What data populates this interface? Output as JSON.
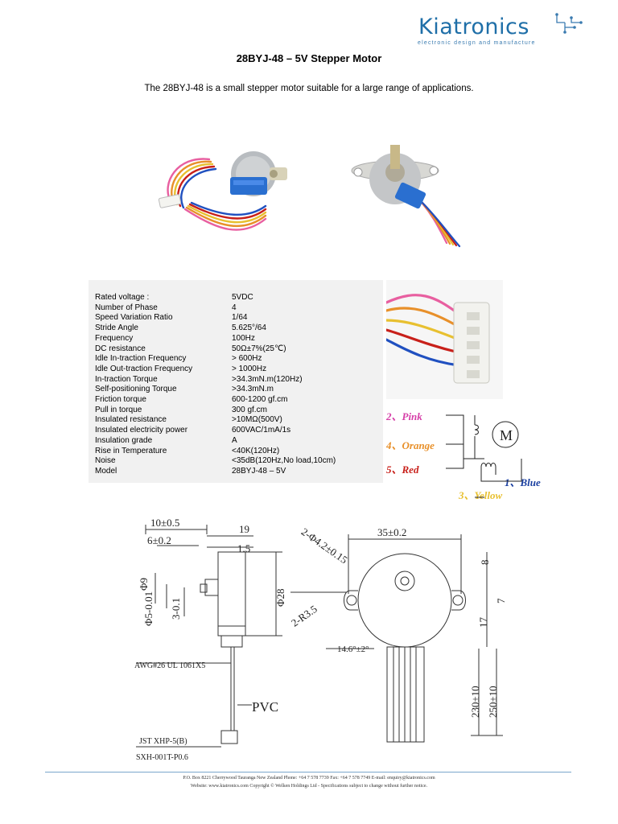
{
  "logo": {
    "name": "Kiatronics",
    "tagline": "electronic design and manufacture"
  },
  "title": "28BYJ-48 – 5V Stepper Motor",
  "intro": "The 28BYJ-48 is a small stepper motor suitable for a large range of applications.",
  "specs": [
    {
      "label": "Rated voltage :",
      "value": "5VDC"
    },
    {
      "label": "Number of Phase",
      "value": "4"
    },
    {
      "label": "Speed Variation Ratio",
      "value": "1/64"
    },
    {
      "label": "Stride Angle",
      "value": "5.625°/64"
    },
    {
      "label": "Frequency",
      "value": "100Hz"
    },
    {
      "label": "DC resistance",
      "value": "50Ω±7%(25℃)"
    },
    {
      "label": "Idle In-traction Frequency",
      "value": "> 600Hz"
    },
    {
      "label": "Idle Out-traction Frequency",
      "value": "> 1000Hz"
    },
    {
      "label": "In-traction Torque",
      "value": ">34.3mN.m(120Hz)"
    },
    {
      "label": "Self-positioning Torque",
      "value": ">34.3mN.m"
    },
    {
      "label": "Friction torque",
      "value": "600-1200 gf.cm"
    },
    {
      "label": "Pull in torque",
      "value": "300 gf.cm"
    },
    {
      "label": "Insulated resistance",
      "value": ">10MΩ(500V)"
    },
    {
      "label": "Insulated electricity power",
      "value": "600VAC/1mA/1s"
    },
    {
      "label": "Insulation grade",
      "value": "A"
    },
    {
      "label": "Rise in Temperature",
      "value": "<40K(120Hz)"
    },
    {
      "label": "Noise",
      "value": "<35dB(120Hz,No load,10cm)"
    },
    {
      "label": "Model",
      "value": "28BYJ-48 – 5V"
    }
  ],
  "wiring": {
    "pink": "2、Pink",
    "orange": "4、Orange",
    "red": "5、Red",
    "blue": "1、Blue",
    "yellow": "3、Yellow",
    "motor": "M",
    "colors": {
      "pink": "#d63fa8",
      "orange": "#e8902a",
      "red": "#c8201a",
      "blue": "#1a3fa0",
      "yellow": "#e8c030"
    }
  },
  "drawing": {
    "d10": "10±0.5",
    "d6": "6±0.2",
    "d19": "19",
    "d15": "1.5",
    "phi9": "Φ9",
    "phi5": "Φ5-0.01",
    "d3": "3-0.1",
    "phi28": "Φ28",
    "awg": "AWG#26 UL 1061X5",
    "pvc": "PVC",
    "jst1": "JST XHP-5(B)",
    "jst2": "SXH-001T-P0.6",
    "d35": "35±0.2",
    "holes": "2-Φ4.2±0.15",
    "r35": "2-R3.5",
    "d8": "8",
    "d7": "7",
    "d17": "17",
    "angle": "14.6°±2°",
    "d230": "230±10",
    "d250": "250±10"
  },
  "footer": {
    "line1": "P.O. Box 8221  Cherrywood  Tauranga  New Zealand  Phone: +64 7 578 7739   Fax: +64 7 578 7749   E-mail: enquiry@kiatronics.com",
    "line2": "Website: www.kiatronics.com   Copyright © Welken Holdings Ltd - Specifications subject to change without further notice."
  }
}
